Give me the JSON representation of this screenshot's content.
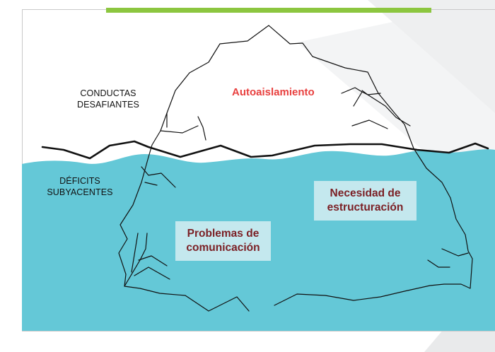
{
  "colors": {
    "water": "#64c8d7",
    "accent_bar": "#8cc63f",
    "label_red": "#e8403f",
    "box_fill": "#c4e8ee",
    "box_text": "#7b1f24",
    "outline": "#111111"
  },
  "above_water": {
    "label_line1": "CONDUCTAS",
    "label_line2": "DESAFIANTES",
    "tip_label": "Autoaislamiento"
  },
  "below_water": {
    "label_line1": "DÉFICITS",
    "label_line2": "SUBYACENTES"
  },
  "boxes": {
    "communication_line1": "Problemas de",
    "communication_line2": "comunicación",
    "structure_line1": "Necesidad de",
    "structure_line2": "estructuración"
  }
}
